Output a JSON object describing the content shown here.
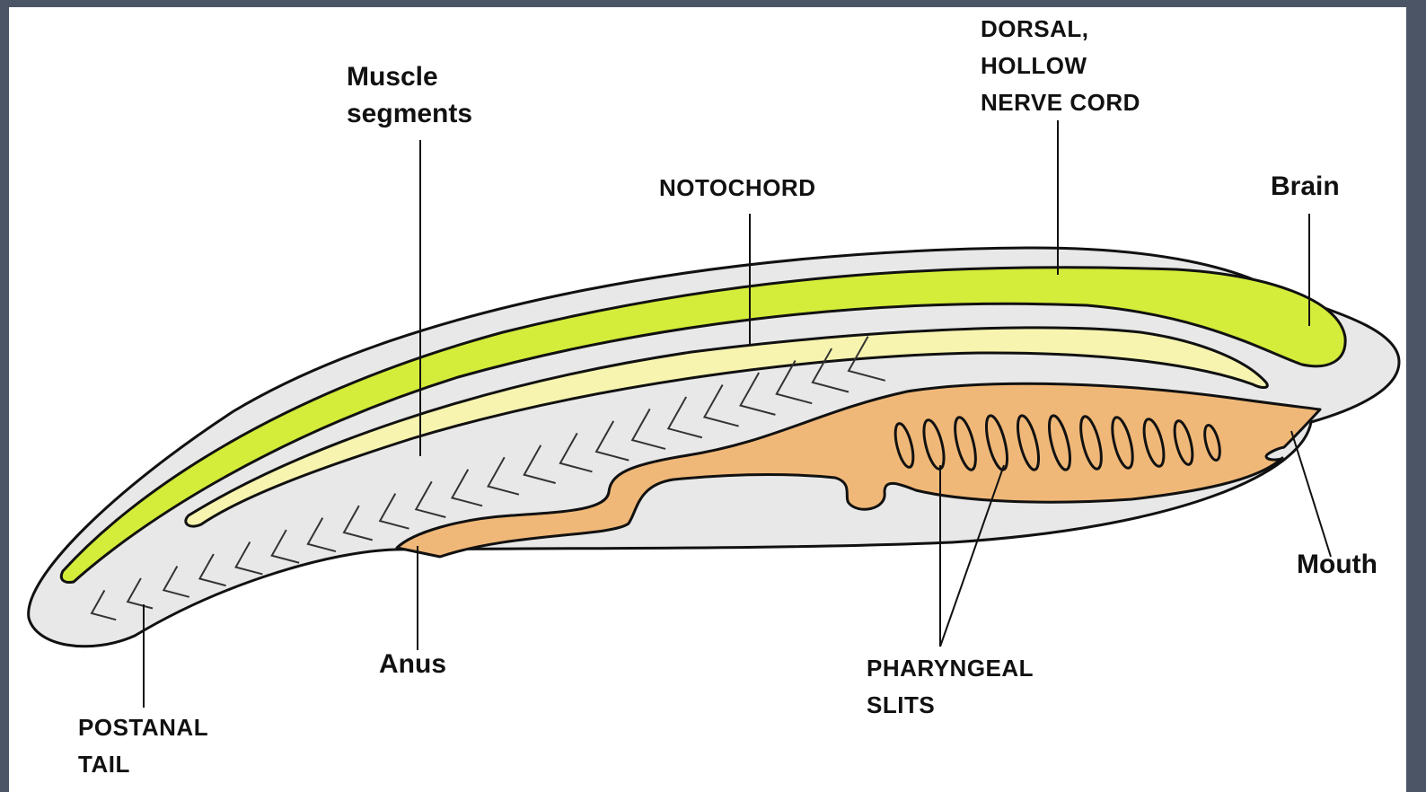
{
  "labels": {
    "muscle_segments": [
      "Muscle",
      "segments"
    ],
    "dorsal_nerve_cord": [
      "DORSAL,",
      "HOLLOW",
      "NERVE CORD"
    ],
    "notochord": "NOTOCHORD",
    "brain": "Brain",
    "mouth": "Mouth",
    "anus": "Anus",
    "pharyngeal_slits": [
      "PHARYNGEAL",
      "SLITS"
    ],
    "postanal_tail": [
      "POSTANAL",
      "TAIL"
    ]
  },
  "colors": {
    "page_border": "#4b5566",
    "body": "#e8e8e8",
    "nerve_cord": "#d4ec3a",
    "notochord": "#f7f4b0",
    "gut": "#f0b878",
    "outline": "#111111"
  }
}
